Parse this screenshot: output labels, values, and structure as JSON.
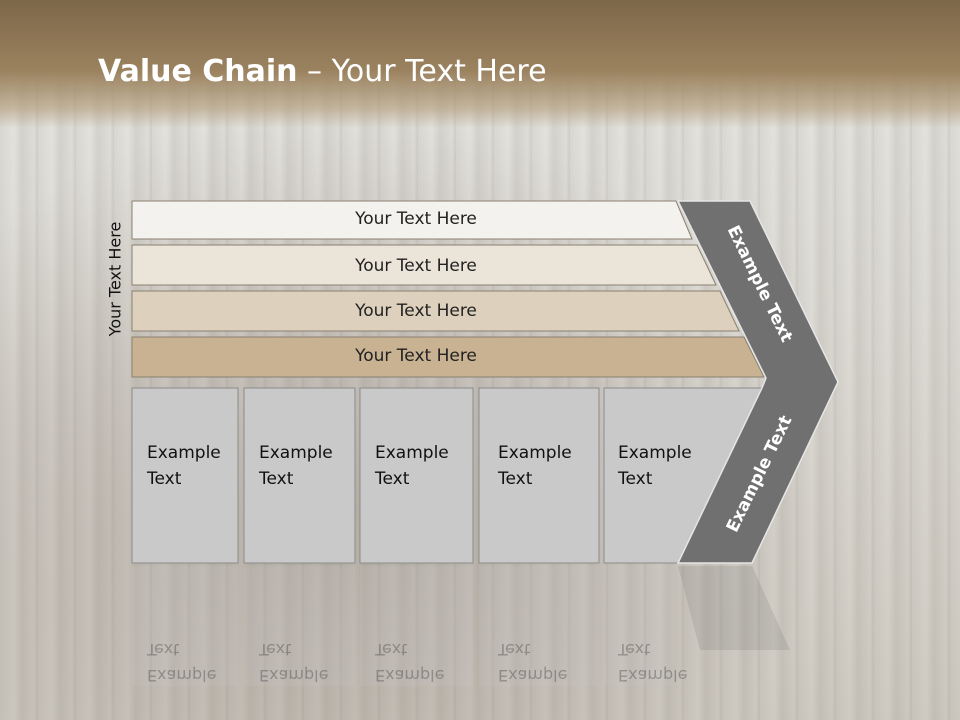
{
  "title": {
    "bold": "Value Chain",
    "rest": " – Your Text Here"
  },
  "side_label": "Your Text Here",
  "bands": [
    {
      "label": "Your Text Here",
      "fill": "#f4f2ee"
    },
    {
      "label": "Your Text Here",
      "fill": "#ebe4d9"
    },
    {
      "label": "Your Text Here",
      "fill": "#ddd1bd"
    },
    {
      "label": "Your Text Here",
      "fill": "#c8b292"
    }
  ],
  "columns": [
    {
      "line1": "Example",
      "line2": "Text"
    },
    {
      "line1": "Example",
      "line2": "Text"
    },
    {
      "line1": "Example",
      "line2": "Text"
    },
    {
      "line1": "Example",
      "line2": "Text"
    },
    {
      "line1": "Example",
      "line2": "Text"
    }
  ],
  "chevron": {
    "upper": "Example Text",
    "lower": "Example Text",
    "fill": "#707070"
  },
  "colors": {
    "header": "#8a7252",
    "column_fill": "#c9c9c9"
  }
}
